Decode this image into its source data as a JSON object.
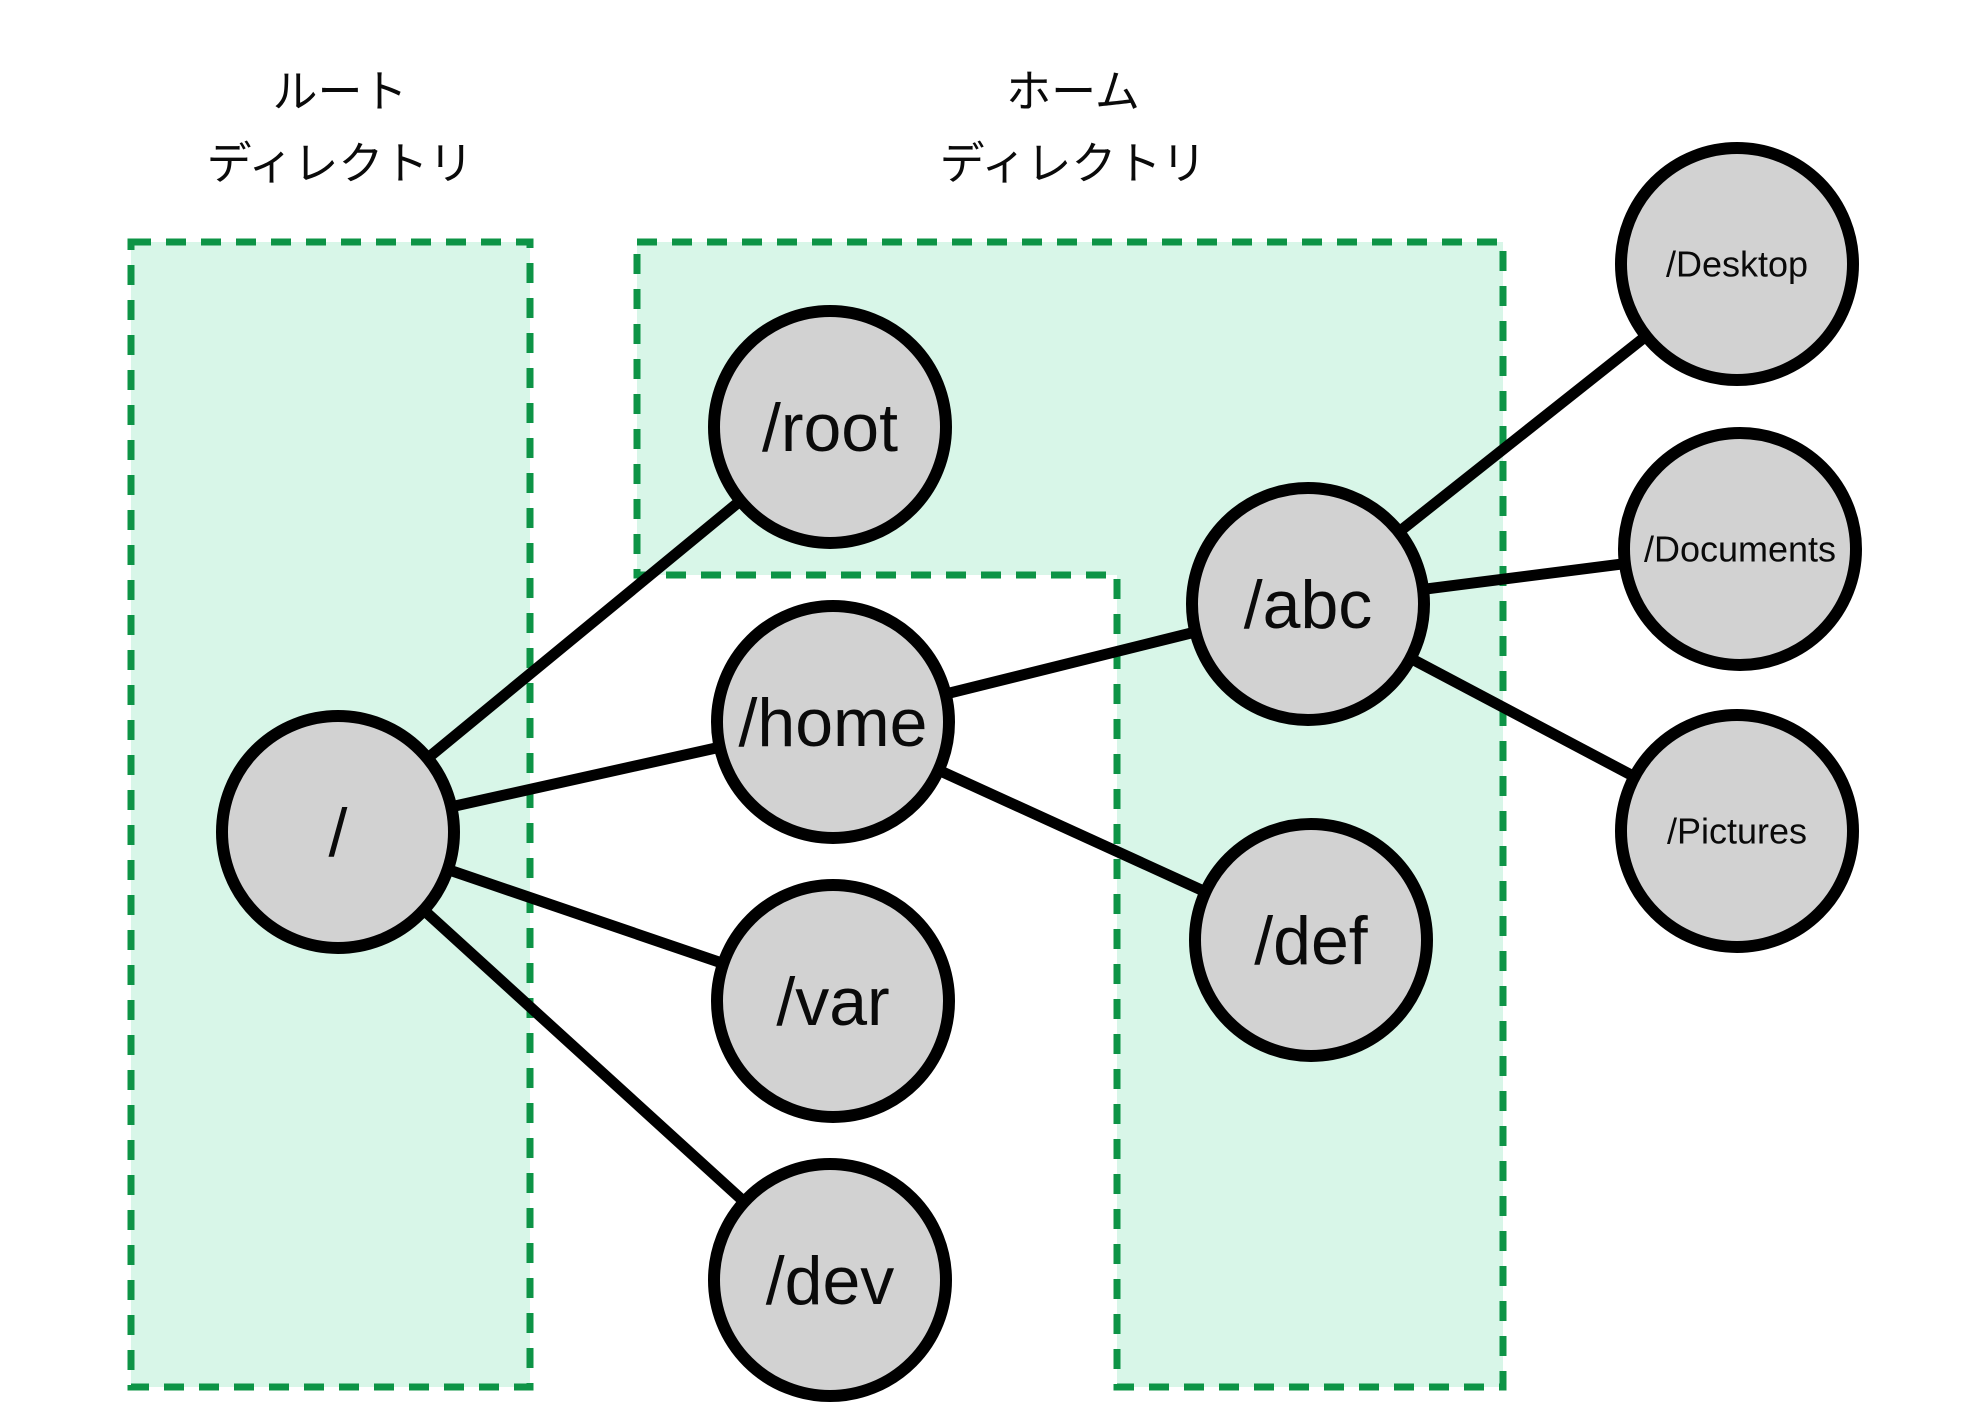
{
  "regions": {
    "root_directory": {
      "label_line1": "ルート",
      "label_line2": "ディレクトリ"
    },
    "home_directory": {
      "label_line1": "ホーム",
      "label_line2": "ディレクトリ"
    }
  },
  "nodes": {
    "slash": {
      "label": "/"
    },
    "root": {
      "label": "/root"
    },
    "home": {
      "label": "/home"
    },
    "var": {
      "label": "/var"
    },
    "dev": {
      "label": "/dev"
    },
    "abc": {
      "label": "/abc"
    },
    "def": {
      "label": "/def"
    },
    "desktop": {
      "label": "/Desktop"
    },
    "documents": {
      "label": "/Documents"
    },
    "pictures": {
      "label": "/Pictures"
    }
  },
  "edges": [
    {
      "from": "/",
      "to": "/root"
    },
    {
      "from": "/",
      "to": "/home"
    },
    {
      "from": "/",
      "to": "/var"
    },
    {
      "from": "/",
      "to": "/dev"
    },
    {
      "from": "/home",
      "to": "/abc"
    },
    {
      "from": "/home",
      "to": "/def"
    },
    {
      "from": "/abc",
      "to": "/Desktop"
    },
    {
      "from": "/abc",
      "to": "/Documents"
    },
    {
      "from": "/abc",
      "to": "/Pictures"
    }
  ],
  "colors": {
    "background": "#ffffff",
    "region_fill": "#d8f6e8",
    "region_border": "#0d9446",
    "node_fill": "#d2d2d2",
    "node_border": "#000000",
    "edge": "#000000",
    "text": "#0a0a0a"
  }
}
